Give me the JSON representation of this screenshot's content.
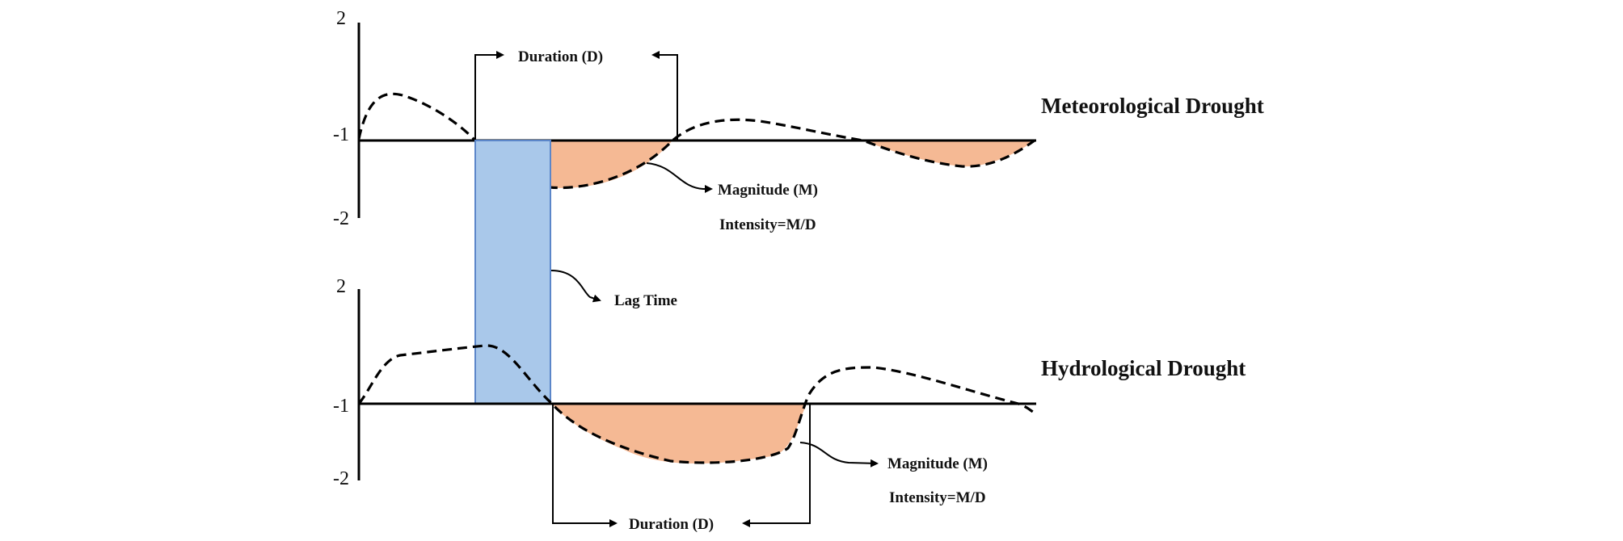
{
  "meteorological": {
    "title": "Meteorological Drought",
    "y_max_label": "2",
    "y_baseline_label": "-1",
    "y_min_label": "-2",
    "duration_label": "Duration  (D)",
    "magnitude_label": "Magnitude (M)",
    "intensity_label": "Intensity=M/D"
  },
  "lag": {
    "label": "Lag Time"
  },
  "hydrological": {
    "title": "Hydrological Drought",
    "y_max_label": "2",
    "y_baseline_label": "-1",
    "y_min_label": "-2",
    "duration_label": "Duration (D)",
    "magnitude_label": "Magnitude (M)",
    "intensity_label": "Intensity=M/D"
  },
  "colors": {
    "deficit_fill": "#f5b994",
    "overlap_fill": "#a6a8b3",
    "lag_fill": "#a9c8ea",
    "lag_stroke": "#5b86c9"
  }
}
